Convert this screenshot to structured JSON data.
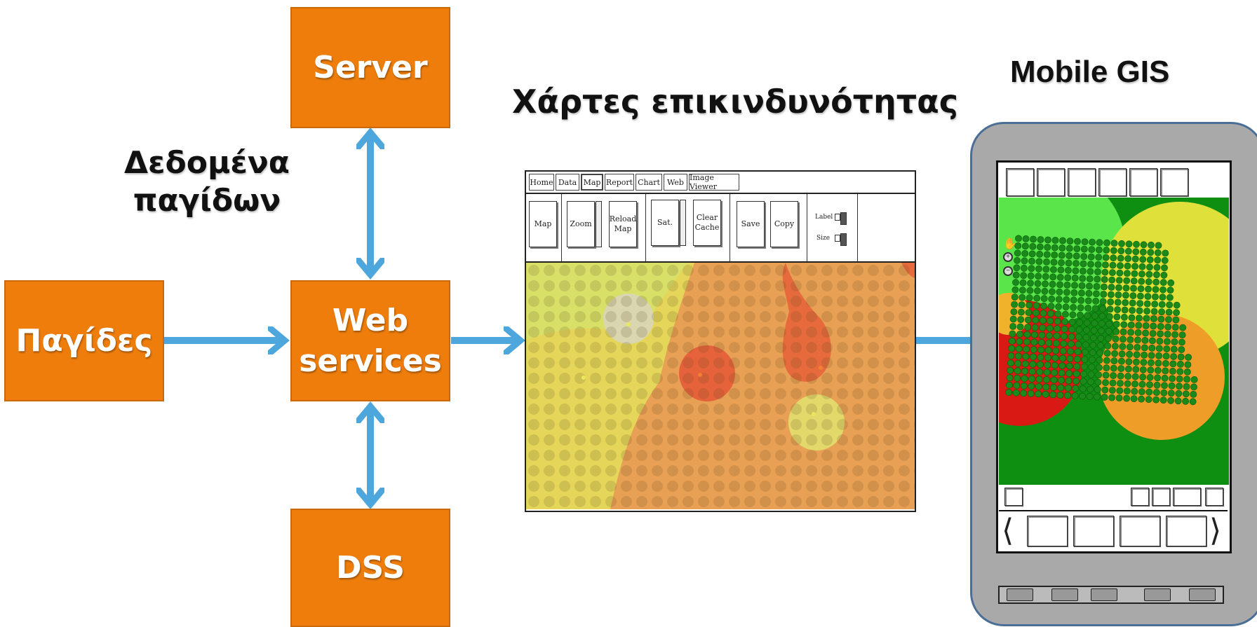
{
  "labels": {
    "traps_data": [
      "Δεδομένα",
      "παγίδων"
    ],
    "risk_maps": "Χάρτες επικινδυνότητας",
    "mobile_gis": "Mobile GIS"
  },
  "boxes": {
    "server": "Server",
    "traps": "Παγίδες",
    "web_services": [
      "Web",
      "services"
    ],
    "dss": "DSS"
  },
  "app_window": {
    "tabs": [
      "Home",
      "Data",
      "Map",
      "Report",
      "Chart",
      "Web",
      "Image Viewer"
    ],
    "ribbon": {
      "map": "Map",
      "zoom": "Zoom",
      "reload_map": [
        "Reload",
        "Map"
      ],
      "sat": "Sat.",
      "clear_cache": [
        "Clear",
        "Cache"
      ],
      "save": "Save",
      "copy": "Copy",
      "label": "Label",
      "size": "Size"
    }
  },
  "colors": {
    "box_fill": "#ee7d0c",
    "arrow": "#4da6dc",
    "phone_body": "#a9a9a9",
    "phone_border": "#4a6e96"
  },
  "icons": [
    "hand-icon",
    "zoom-in-icon",
    "zoom-out-icon",
    "chevron-left-icon",
    "chevron-right-icon"
  ]
}
